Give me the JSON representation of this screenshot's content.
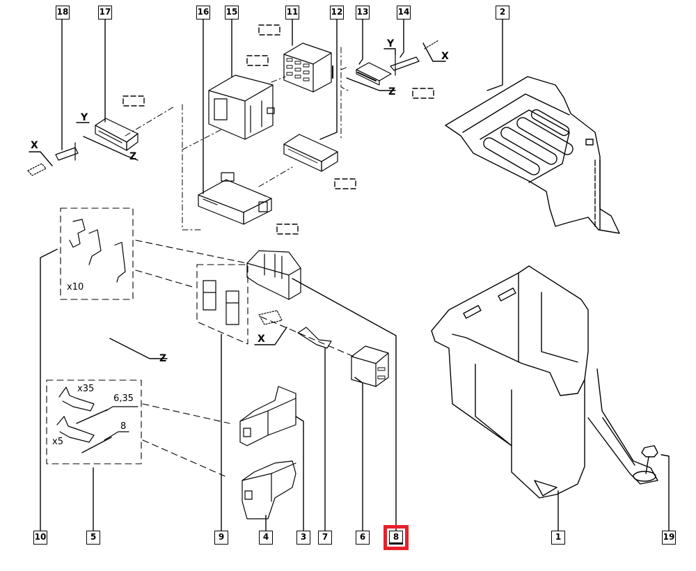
{
  "diagram": {
    "type": "exploded parts diagram",
    "subject": "fuse and relay box assembly",
    "highlight_color": "#e8202a",
    "highlighted_callout": "8",
    "callouts": [
      {
        "id": "18",
        "label": "18"
      },
      {
        "id": "17",
        "label": "17"
      },
      {
        "id": "16",
        "label": "16"
      },
      {
        "id": "15",
        "label": "15"
      },
      {
        "id": "11",
        "label": "11"
      },
      {
        "id": "12",
        "label": "12"
      },
      {
        "id": "13",
        "label": "13"
      },
      {
        "id": "14",
        "label": "14"
      },
      {
        "id": "2",
        "label": "2"
      },
      {
        "id": "10",
        "label": "10"
      },
      {
        "id": "5",
        "label": "5"
      },
      {
        "id": "9",
        "label": "9"
      },
      {
        "id": "4",
        "label": "4"
      },
      {
        "id": "3",
        "label": "3"
      },
      {
        "id": "7",
        "label": "7"
      },
      {
        "id": "6",
        "label": "6"
      },
      {
        "id": "8",
        "label": "8"
      },
      {
        "id": "1",
        "label": "1"
      },
      {
        "id": "19",
        "label": "19"
      }
    ],
    "annotations": {
      "axis_x": "X",
      "axis_y": "Y",
      "axis_z": "Z",
      "qty_terminals_10": "x10",
      "qty_terminals_35": "x35",
      "qty_terminals_5": "x5",
      "size_6_35": "6,35",
      "size_8": "8"
    }
  }
}
